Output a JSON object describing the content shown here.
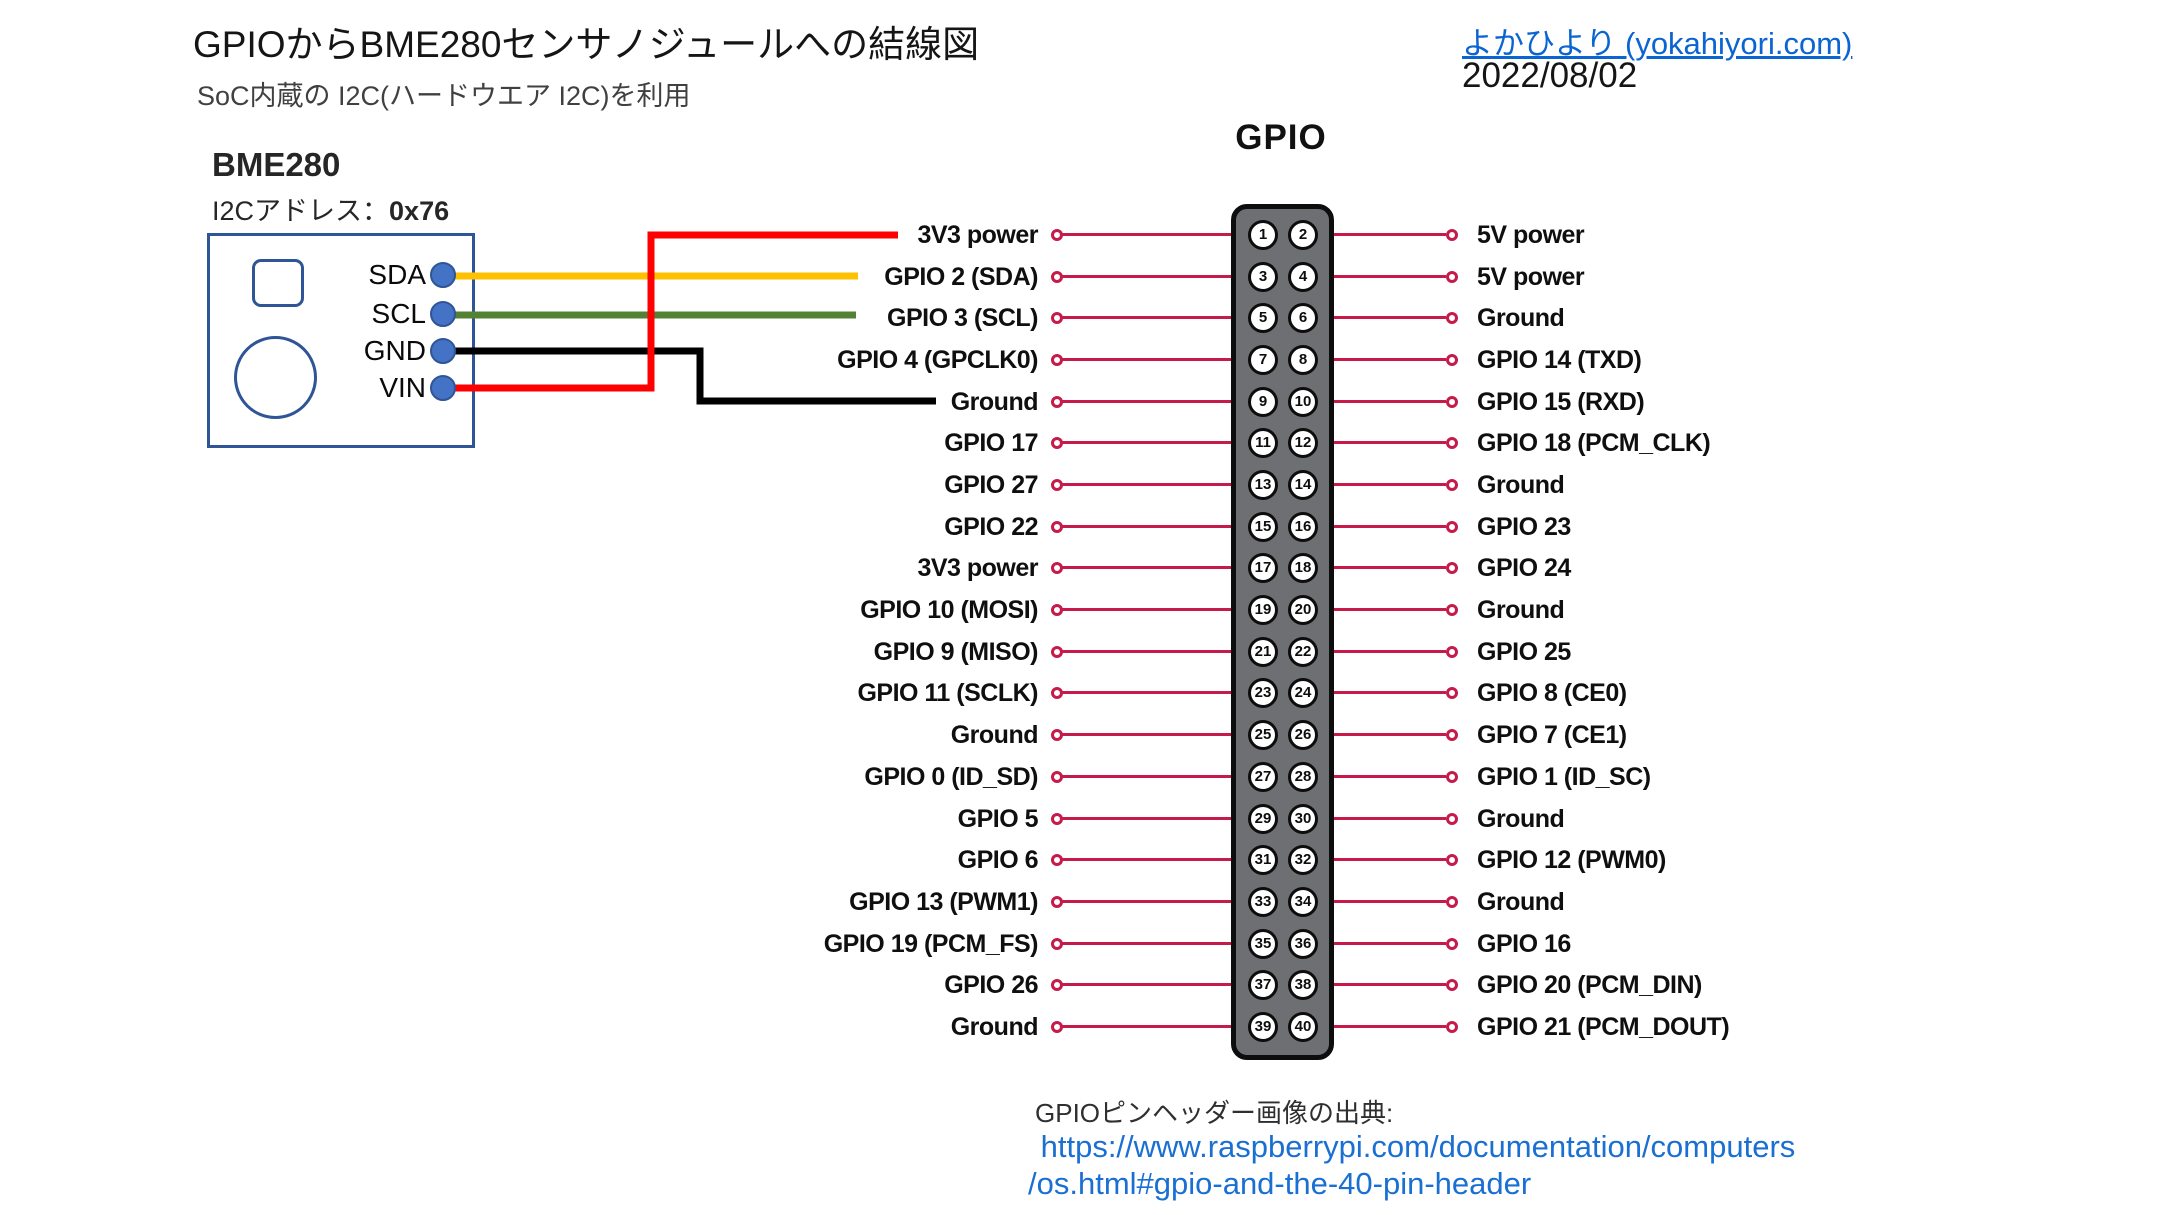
{
  "page": {
    "title": "GPIOからBME280センサノジュールへの結線図",
    "subtitle": "SoC内蔵の I2C(ハードウエア I2C)を利用",
    "credit_link": "よかひより (yokahiyori.com)",
    "date": "2022/08/02"
  },
  "bme280": {
    "title": "BME280",
    "i2c_label": "I2Cアドレス：",
    "i2c_address": "0x76",
    "pins": [
      "SDA",
      "SCL",
      "GND",
      "VIN"
    ]
  },
  "gpio": {
    "title": "GPIO",
    "rows": [
      {
        "left": "3V3 power",
        "left_pin": "1",
        "right_pin": "2",
        "right": "5V power"
      },
      {
        "left": "GPIO 2 (SDA)",
        "left_pin": "3",
        "right_pin": "4",
        "right": "5V power"
      },
      {
        "left": "GPIO 3 (SCL)",
        "left_pin": "5",
        "right_pin": "6",
        "right": "Ground"
      },
      {
        "left": "GPIO 4 (GPCLK0)",
        "left_pin": "7",
        "right_pin": "8",
        "right": "GPIO 14 (TXD)"
      },
      {
        "left": "Ground",
        "left_pin": "9",
        "right_pin": "10",
        "right": "GPIO 15 (RXD)"
      },
      {
        "left": "GPIO 17",
        "left_pin": "11",
        "right_pin": "12",
        "right": "GPIO 18 (PCM_CLK)"
      },
      {
        "left": "GPIO 27",
        "left_pin": "13",
        "right_pin": "14",
        "right": "Ground"
      },
      {
        "left": "GPIO 22",
        "left_pin": "15",
        "right_pin": "16",
        "right": "GPIO 23"
      },
      {
        "left": "3V3 power",
        "left_pin": "17",
        "right_pin": "18",
        "right": "GPIO 24"
      },
      {
        "left": "GPIO 10 (MOSI)",
        "left_pin": "19",
        "right_pin": "20",
        "right": "Ground"
      },
      {
        "left": "GPIO 9 (MISO)",
        "left_pin": "21",
        "right_pin": "22",
        "right": "GPIO 25"
      },
      {
        "left": "GPIO 11 (SCLK)",
        "left_pin": "23",
        "right_pin": "24",
        "right": "GPIO 8 (CE0)"
      },
      {
        "left": "Ground",
        "left_pin": "25",
        "right_pin": "26",
        "right": "GPIO 7 (CE1)"
      },
      {
        "left": "GPIO 0 (ID_SD)",
        "left_pin": "27",
        "right_pin": "28",
        "right": "GPIO 1 (ID_SC)"
      },
      {
        "left": "GPIO 5",
        "left_pin": "29",
        "right_pin": "30",
        "right": "Ground"
      },
      {
        "left": "GPIO 6",
        "left_pin": "31",
        "right_pin": "32",
        "right": "GPIO 12 (PWM0)"
      },
      {
        "left": "GPIO 13 (PWM1)",
        "left_pin": "33",
        "right_pin": "34",
        "right": "Ground"
      },
      {
        "left": "GPIO 19 (PCM_FS)",
        "left_pin": "35",
        "right_pin": "36",
        "right": "GPIO 16"
      },
      {
        "left": "GPIO 26",
        "left_pin": "37",
        "right_pin": "38",
        "right": "GPIO 20 (PCM_DIN)"
      },
      {
        "left": "Ground",
        "left_pin": "39",
        "right_pin": "40",
        "right": "GPIO 21 (PCM_DOUT)"
      }
    ]
  },
  "wires": [
    {
      "name": "vin-to-3v3",
      "from": "VIN",
      "to": "3V3 power (pin 1)",
      "color": "#FF0000"
    },
    {
      "name": "sda-to-gpio2",
      "from": "SDA",
      "to": "GPIO 2 (SDA) (pin 3)",
      "color": "#FFC000"
    },
    {
      "name": "scl-to-gpio3",
      "from": "SCL",
      "to": "GPIO 3 (SCL) (pin 5)",
      "color": "#548235"
    },
    {
      "name": "gnd-to-ground",
      "from": "GND",
      "to": "Ground (pin 9)",
      "color": "#000000"
    }
  ],
  "footer": {
    "caption": "GPIOピンヘッダー画像の出典:",
    "url_line1": " https://www.raspberrypi.com/documentation/computers",
    "url_line2": "/os.html#gpio-and-the-40-pin-header"
  },
  "colors": {
    "leader_line": "#C51A4A",
    "header_gray": "#6E6F72",
    "module_blue": "#2F5597",
    "module_pin_fill": "#4472C4",
    "link_blue": "#0A64D2",
    "footer_link_blue": "#1A6FD3",
    "wire_red": "#FF0000",
    "wire_yellow": "#FFC000",
    "wire_green": "#548235",
    "wire_black": "#000000"
  }
}
